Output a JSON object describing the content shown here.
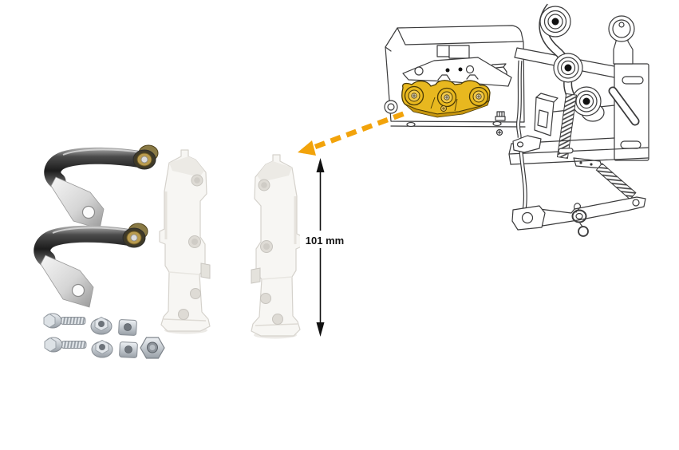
{
  "figure": {
    "dimension_label": "101 mm",
    "kit_parts": [
      "spring clip",
      "spring clip",
      "mounting bracket left",
      "mounting bracket right",
      "flange screw",
      "flange screw",
      "flange nut",
      "flange nut",
      "square nut",
      "square nut",
      "hex nut"
    ],
    "diagram_parts": [
      "latch housing",
      "highlighted mounting part",
      "pulley",
      "pulley",
      "pulley",
      "roller",
      "side plate",
      "coil spring vertical",
      "coil spring diagonal",
      "base plate",
      "link rod",
      "release lever",
      "cotter pin"
    ]
  },
  "colors": {
    "background": "#FFFFFF",
    "highlight_yellow": "#E8B81F",
    "highlight_yellow_light": "#F0C84A",
    "highlight_yellow_dark": "#C6950D",
    "callout_orange": "#F2A30B",
    "line": "#3B3B3C",
    "dimension_text": "#111111"
  }
}
